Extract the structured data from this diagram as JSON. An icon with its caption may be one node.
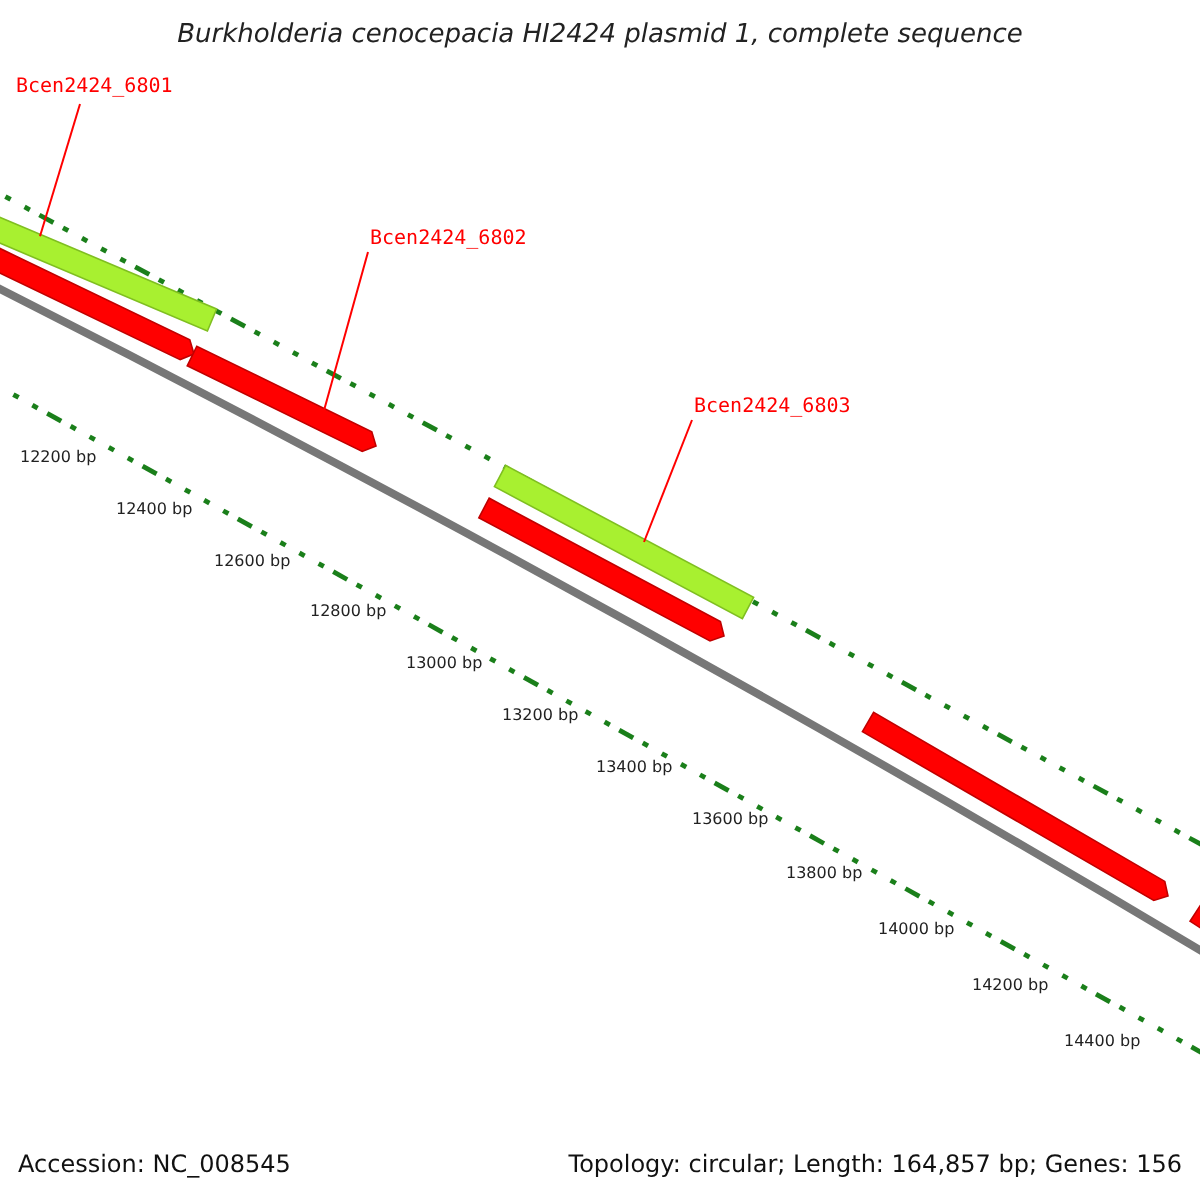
{
  "diagram": {
    "title": "Burkholderia cenocepacia HI2424 plasmid 1, complete sequence",
    "nodes": [
      {
        "text": [
          "Bcen2424_6801"
        ]
      },
      {
        "text": [],
        "shape": "bar"
      },
      {
        "text": [
          "Bcen2424_6802"
        ]
      },
      {
        "text": [],
        "shape": "bar"
      },
      {
        "text": [
          "Bcen2424_6803"
        ]
      },
      {
        "text": [],
        "shape": "bar"
      }
    ],
    "edges": [
      {
        "from": 0,
        "to": 1,
        "arrow": "none"
      },
      {
        "from": 2,
        "to": 3,
        "arrow": "none"
      },
      {
        "from": 4,
        "to": 5,
        "arrow": "none"
      }
    ],
    "labels": [
      "12200 bp",
      "12400 bp",
      "12600 bp",
      "12800 bp",
      "13000 bp",
      "13200 bp",
      "13400 bp",
      "13600 bp",
      "13800 bp",
      "14000 bp",
      "14200 bp",
      "14400 bp",
      "Accession: NC_008545",
      "Topology: circular; Length: 164,857 bp; Genes: 156"
    ]
  }
}
